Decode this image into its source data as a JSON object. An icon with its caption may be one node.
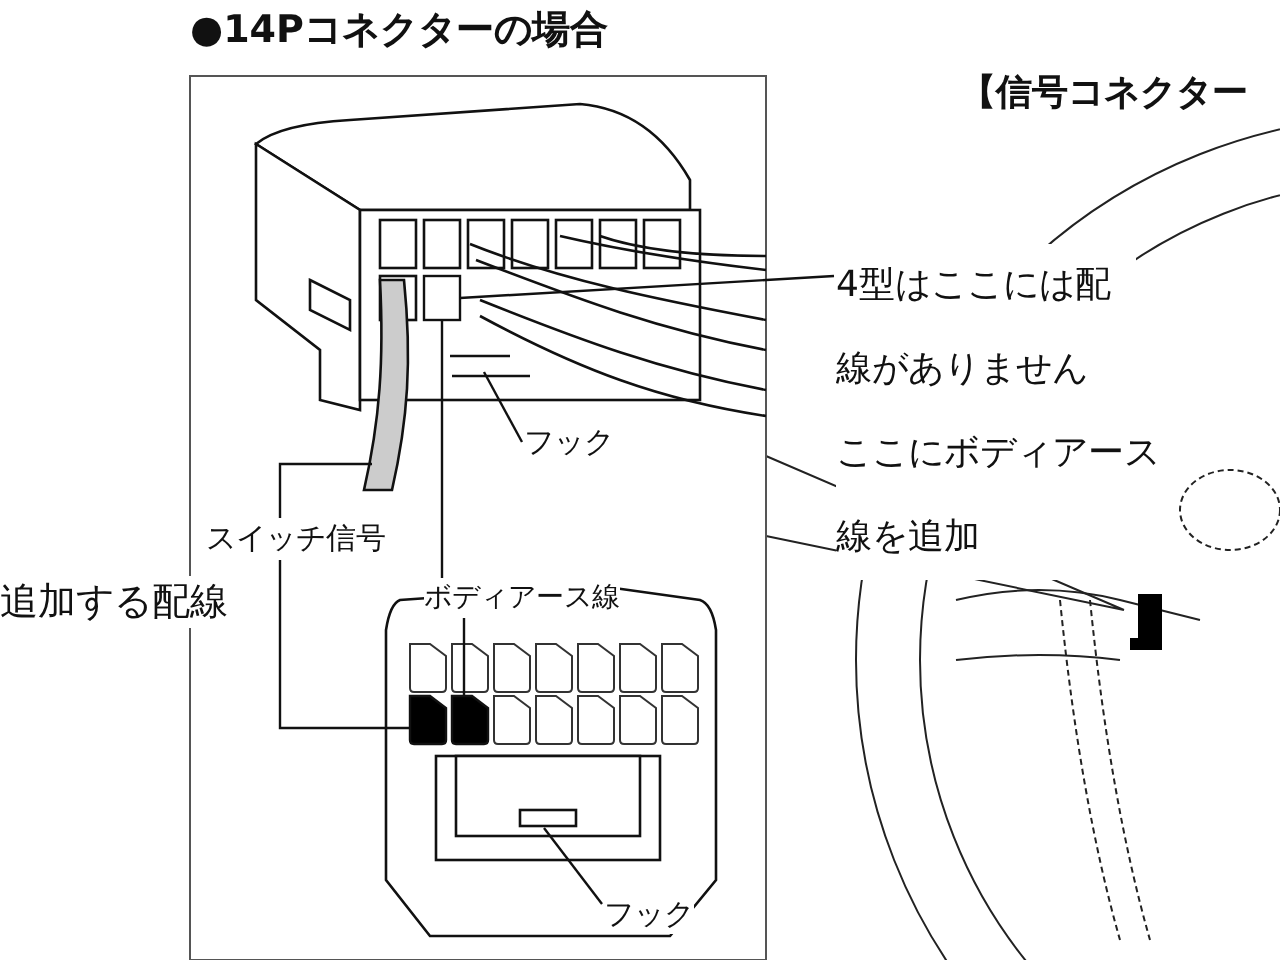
{
  "diagram": {
    "title": "●14Pコネクターの場合",
    "nodes": [
      {
        "text": [
          "4型はここには配線がありません",
          "ここにボディアース線を追加"
        ]
      },
      {
        "text": [
          "フック"
        ]
      },
      {
        "text": [
          "スイッチ信号"
        ]
      },
      {
        "text": [
          "ボディアース線"
        ]
      },
      {
        "text": [
          "フック"
        ]
      },
      {
        "text": [],
        "shape": "box"
      },
      {
        "text": [],
        "shape": "box"
      },
      {
        "text": [],
        "shape": "box"
      }
    ],
    "edges": [
      {
        "from": 0,
        "to": 5,
        "arrow": "none"
      },
      {
        "from": 1,
        "to": null,
        "arrow": "none"
      },
      {
        "from": 2,
        "to": null,
        "arrow": "none"
      },
      {
        "from": 2,
        "to": 6,
        "arrow": "none"
      },
      {
        "from": 3,
        "to": 5,
        "arrow": "none"
      },
      {
        "from": 3,
        "to": 7,
        "arrow": "none"
      },
      {
        "from": 4,
        "to": null,
        "arrow": "none"
      }
    ],
    "labels": [
      "【信号コネクター",
      "追加する配線"
    ]
  }
}
